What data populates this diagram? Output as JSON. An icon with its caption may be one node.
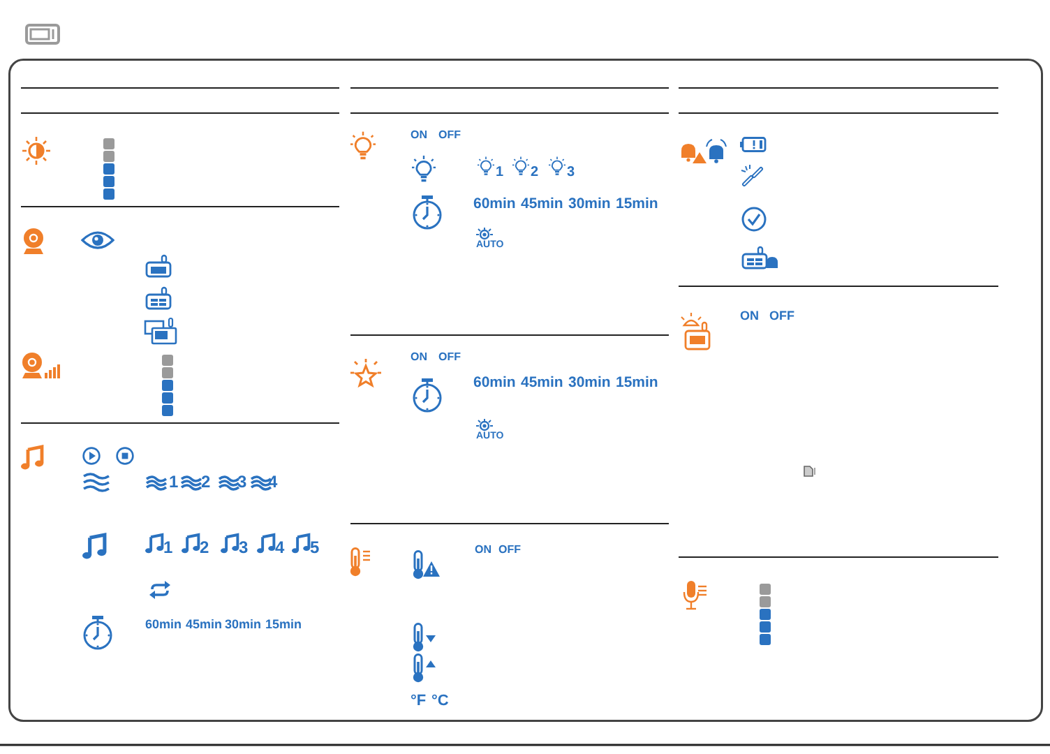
{
  "diagram": {
    "labels": [
      "1",
      "2",
      "3",
      "4",
      "1",
      "2",
      "3",
      "4",
      "5",
      "60min",
      "45min",
      "30min",
      "15min",
      "ON",
      "OFF",
      "1",
      "2",
      "3",
      "60min",
      "45min",
      "30min",
      "15min",
      "AUTO",
      "ON",
      "OFF",
      "60min",
      "45min",
      "30min",
      "15min",
      "AUTO",
      "ON",
      "OFF",
      "°F",
      "°C",
      "ON",
      "OFF"
    ]
  }
}
